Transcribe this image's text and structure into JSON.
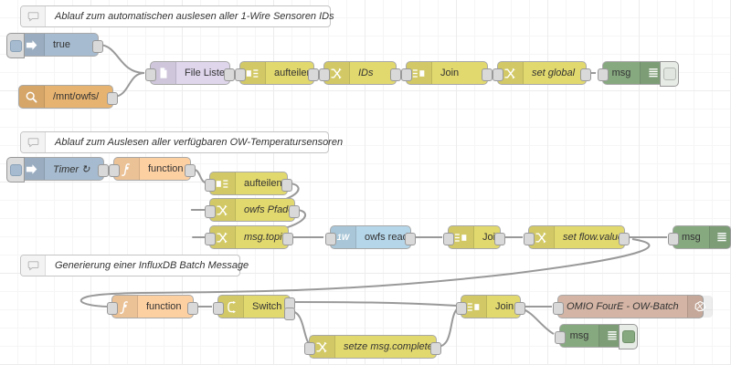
{
  "editor": {
    "name": "node-red-flow-canvas",
    "background": "#ffffff",
    "grid_color": "#ececec"
  },
  "palette": {
    "inject": "#a6bbcf",
    "watch": "#e6b370",
    "file": "#dfd6ec",
    "split_join_change_switch": "#e2d96e",
    "function": "#fdd0a2",
    "debug": "#87a980",
    "owfs": "#b5d5e8",
    "influxdb": "#d4b5a5"
  },
  "flows": [
    {
      "id": "flow-1",
      "comment": "Ablauf zum automatischen auslesen aller 1-Wire Sensoren IDs",
      "nodes": [
        {
          "id": "n1",
          "label": "true",
          "type": "inject",
          "icon": "inject-arrow-icon"
        },
        {
          "id": "n2",
          "label": "/mnt/owfs/",
          "type": "watch",
          "icon": "magnifier-icon"
        },
        {
          "id": "n3",
          "label": "File Lister",
          "type": "file",
          "icon": "file-icon"
        },
        {
          "id": "n4",
          "label": "aufteilen",
          "type": "split",
          "icon": "split-icon"
        },
        {
          "id": "n5",
          "label": "IDs",
          "type": "change",
          "icon": "change-icon"
        },
        {
          "id": "n6",
          "label": "Join",
          "type": "join",
          "icon": "join-icon"
        },
        {
          "id": "n7",
          "label": "set global",
          "type": "change",
          "icon": "change-icon"
        },
        {
          "id": "n8",
          "label": "msg",
          "type": "debug",
          "icon": "debug-lines-icon"
        }
      ]
    },
    {
      "id": "flow-2",
      "comment": "Ablauf zum Auslesen aller verfügbaren OW-Temperatursensoren",
      "nodes": [
        {
          "id": "m1",
          "label": "Timer ↻",
          "type": "inject",
          "icon": "inject-arrow-icon"
        },
        {
          "id": "m2",
          "label": "function",
          "type": "function",
          "icon": "function-f-icon"
        },
        {
          "id": "m3",
          "label": "aufteilen",
          "type": "split",
          "icon": "split-icon"
        },
        {
          "id": "m4",
          "label": "owfs Pfade",
          "type": "change",
          "icon": "change-icon"
        },
        {
          "id": "m5",
          "label": "msg.topic",
          "type": "change",
          "icon": "change-icon"
        },
        {
          "id": "m6",
          "label": "owfs read",
          "type": "owfs",
          "icon": "onewire-1w-icon"
        },
        {
          "id": "m7",
          "label": "Join",
          "type": "join",
          "icon": "join-icon"
        },
        {
          "id": "m8",
          "label": "set flow.values",
          "type": "change",
          "icon": "change-icon"
        },
        {
          "id": "m9",
          "label": "msg",
          "type": "debug",
          "icon": "debug-lines-icon"
        }
      ]
    },
    {
      "id": "flow-3",
      "comment": "Generierung einer InfluxDB Batch Message",
      "nodes": [
        {
          "id": "k1",
          "label": "function",
          "type": "function",
          "icon": "function-f-icon"
        },
        {
          "id": "k2",
          "label": "Switch",
          "type": "switch",
          "icon": "switch-branch-icon"
        },
        {
          "id": "k3",
          "label": "setze msg.complete",
          "type": "change",
          "icon": "change-icon"
        },
        {
          "id": "k4",
          "label": "Join",
          "type": "join",
          "icon": "join-icon"
        },
        {
          "id": "k5",
          "label": "OMIO FourE - OW-Batch",
          "type": "influxdb",
          "icon": "influxdb-icon"
        },
        {
          "id": "k6",
          "label": "msg",
          "type": "debug",
          "icon": "debug-lines-icon"
        }
      ]
    }
  ]
}
